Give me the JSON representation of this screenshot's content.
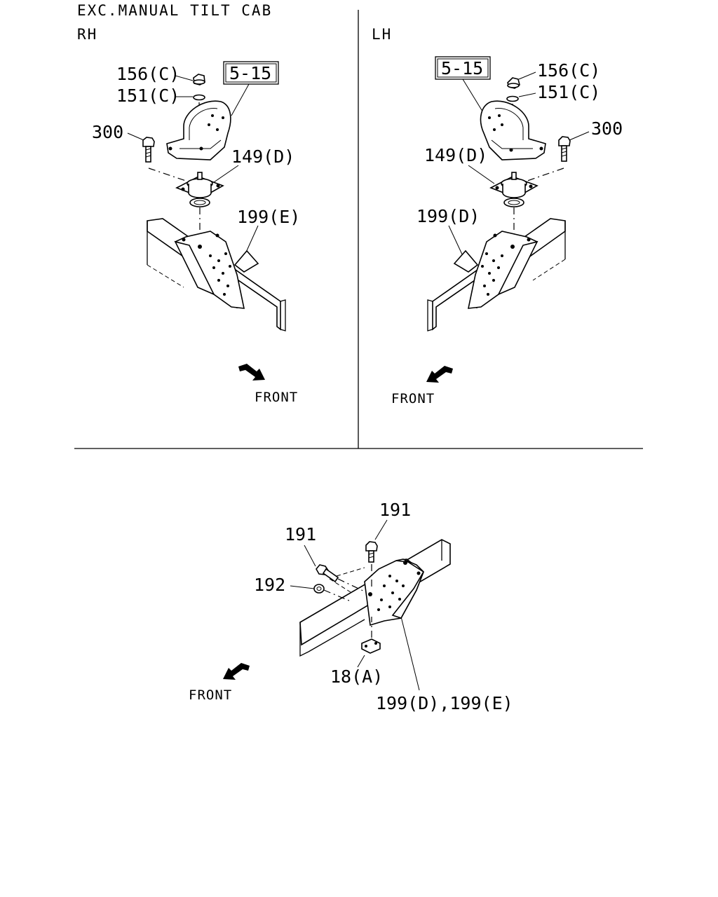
{
  "header": {
    "condition": "EXC.MANUAL TILT CAB",
    "rh_label": "RH",
    "lh_label": "LH"
  },
  "rh_view": {
    "ref_box": "5-15",
    "parts": {
      "nut": "156(C)",
      "washer": "151(C)",
      "bolt": "300",
      "mount": "149(D)",
      "bracket": "199(E)"
    },
    "front_label": "FRONT"
  },
  "lh_view": {
    "ref_box": "5-15",
    "parts": {
      "nut": "156(C)",
      "washer": "151(C)",
      "bolt": "300",
      "mount": "149(D)",
      "bracket": "199(D)"
    },
    "front_label": "FRONT"
  },
  "lower_view": {
    "parts": {
      "bolt_top": "191",
      "bolt_side": "191",
      "nut": "192",
      "plate": "18(A)",
      "bracket": "199(D),199(E)"
    },
    "front_label": "FRONT"
  },
  "icons": {
    "front_arrow_rh": "front-arrow-icon",
    "front_arrow_lh": "front-arrow-icon",
    "front_arrow_lower": "front-arrow-icon"
  }
}
